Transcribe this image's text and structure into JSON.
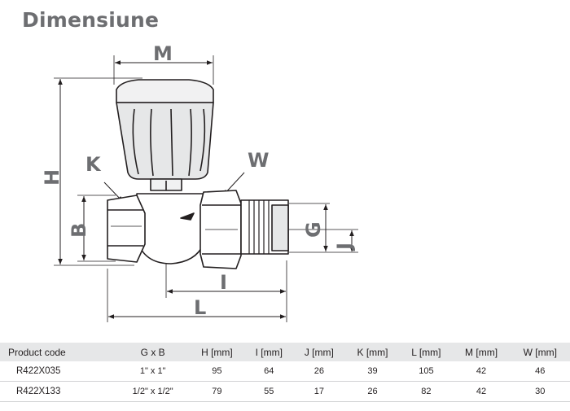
{
  "title": "Dimensiune",
  "labels": {
    "M": "M",
    "H": "H",
    "K": "K",
    "W": "W",
    "B": "B",
    "G": "G",
    "J": "J",
    "I": "I",
    "L": "L"
  },
  "table": {
    "headers": [
      "Product code",
      "G x B",
      "H [mm]",
      "I [mm]",
      "J [mm]",
      "K [mm]",
      "L [mm]",
      "M [mm]",
      "W [mm]"
    ],
    "rows": [
      [
        "R422X035",
        "1\" x 1\"",
        "95",
        "64",
        "26",
        "39",
        "105",
        "42",
        "46"
      ],
      [
        "R422X133",
        "1/2\" x 1/2\"",
        "79",
        "55",
        "17",
        "26",
        "82",
        "42",
        "30"
      ]
    ]
  },
  "colors": {
    "label": "#6d6e71",
    "header_bg": "#e6e7e8",
    "line": "#231f20"
  }
}
